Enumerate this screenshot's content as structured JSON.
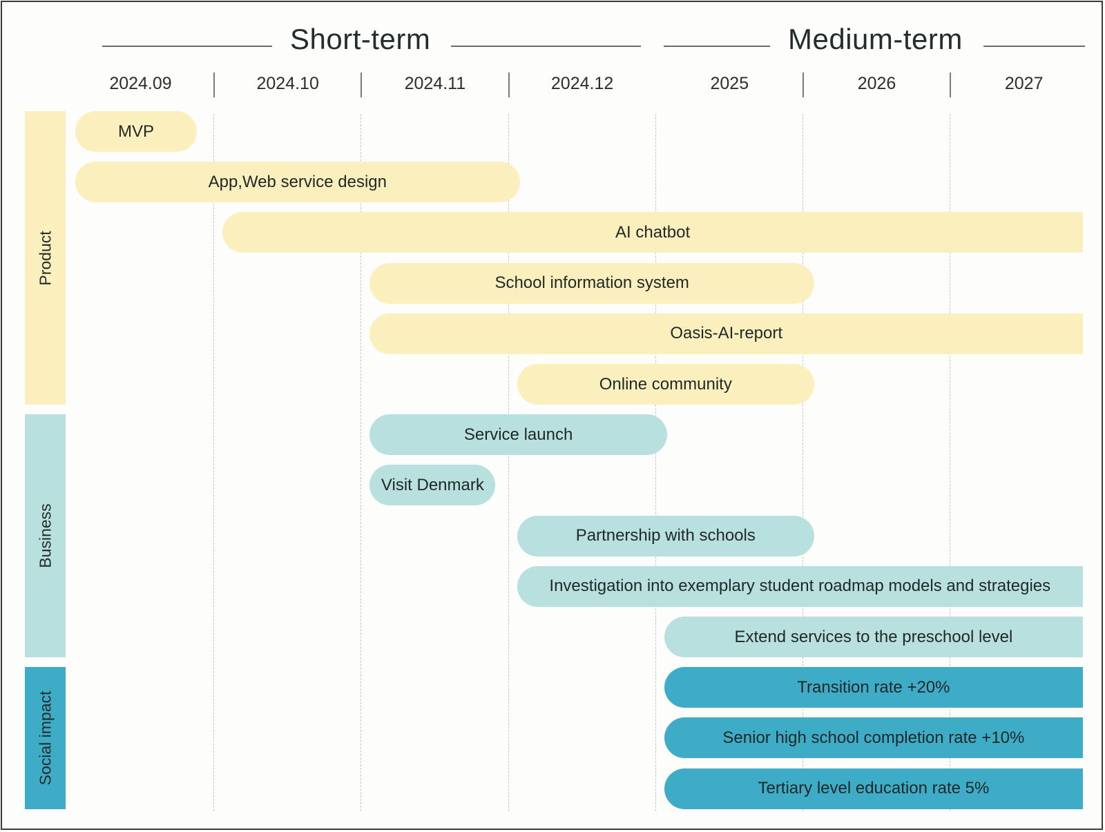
{
  "phases": [
    {
      "label": "Short-term"
    },
    {
      "label": "Medium-term"
    }
  ],
  "periods": [
    "2024.09",
    "2024.10",
    "2024.11",
    "2024.12",
    "2025",
    "2026",
    "2027"
  ],
  "categories": [
    {
      "label": "Product",
      "color": "#faefbd"
    },
    {
      "label": "Business",
      "color": "#b7e0df"
    },
    {
      "label": "Social impact",
      "color": "#3eacc6"
    }
  ],
  "tasks": [
    {
      "label": "MVP",
      "category": "Product",
      "start": "2024.09",
      "end": "2024.09",
      "extends_beyond": false
    },
    {
      "label": "App,Web service design",
      "category": "Product",
      "start": "2024.09",
      "end": "2024.11",
      "extends_beyond": false
    },
    {
      "label": "AI chatbot",
      "category": "Product",
      "start": "2024.10",
      "end": "2027",
      "extends_beyond": true
    },
    {
      "label": "School information system",
      "category": "Product",
      "start": "2024.11",
      "end": "2025",
      "extends_beyond": false
    },
    {
      "label": "Oasis-AI-report",
      "category": "Product",
      "start": "2024.11",
      "end": "2027",
      "extends_beyond": true
    },
    {
      "label": "Online community",
      "category": "Product",
      "start": "2024.12",
      "end": "2025",
      "extends_beyond": false
    },
    {
      "label": "Service launch",
      "category": "Business",
      "start": "2024.11",
      "end": "2024.12",
      "extends_beyond": false
    },
    {
      "label": "Visit Denmark",
      "category": "Business",
      "start": "2024.11",
      "end": "2024.11",
      "extends_beyond": false
    },
    {
      "label": "Partnership with schools",
      "category": "Business",
      "start": "2024.12",
      "end": "2025",
      "extends_beyond": false
    },
    {
      "label": "Investigation into exemplary student roadmap models and strategies",
      "category": "Business",
      "start": "2024.12",
      "end": "2027",
      "extends_beyond": true
    },
    {
      "label": "Extend services to the preschool level",
      "category": "Business",
      "start": "2025",
      "end": "2027",
      "extends_beyond": true
    },
    {
      "label": "Transition rate +20%",
      "category": "Social impact",
      "start": "2025",
      "end": "2027",
      "extends_beyond": true
    },
    {
      "label": "Senior high school completion rate +10%",
      "category": "Social impact",
      "start": "2025",
      "end": "2027",
      "extends_beyond": true
    },
    {
      "label": "Tertiary level education rate 5%",
      "category": "Social impact",
      "start": "2025",
      "end": "2027",
      "extends_beyond": true
    }
  ]
}
